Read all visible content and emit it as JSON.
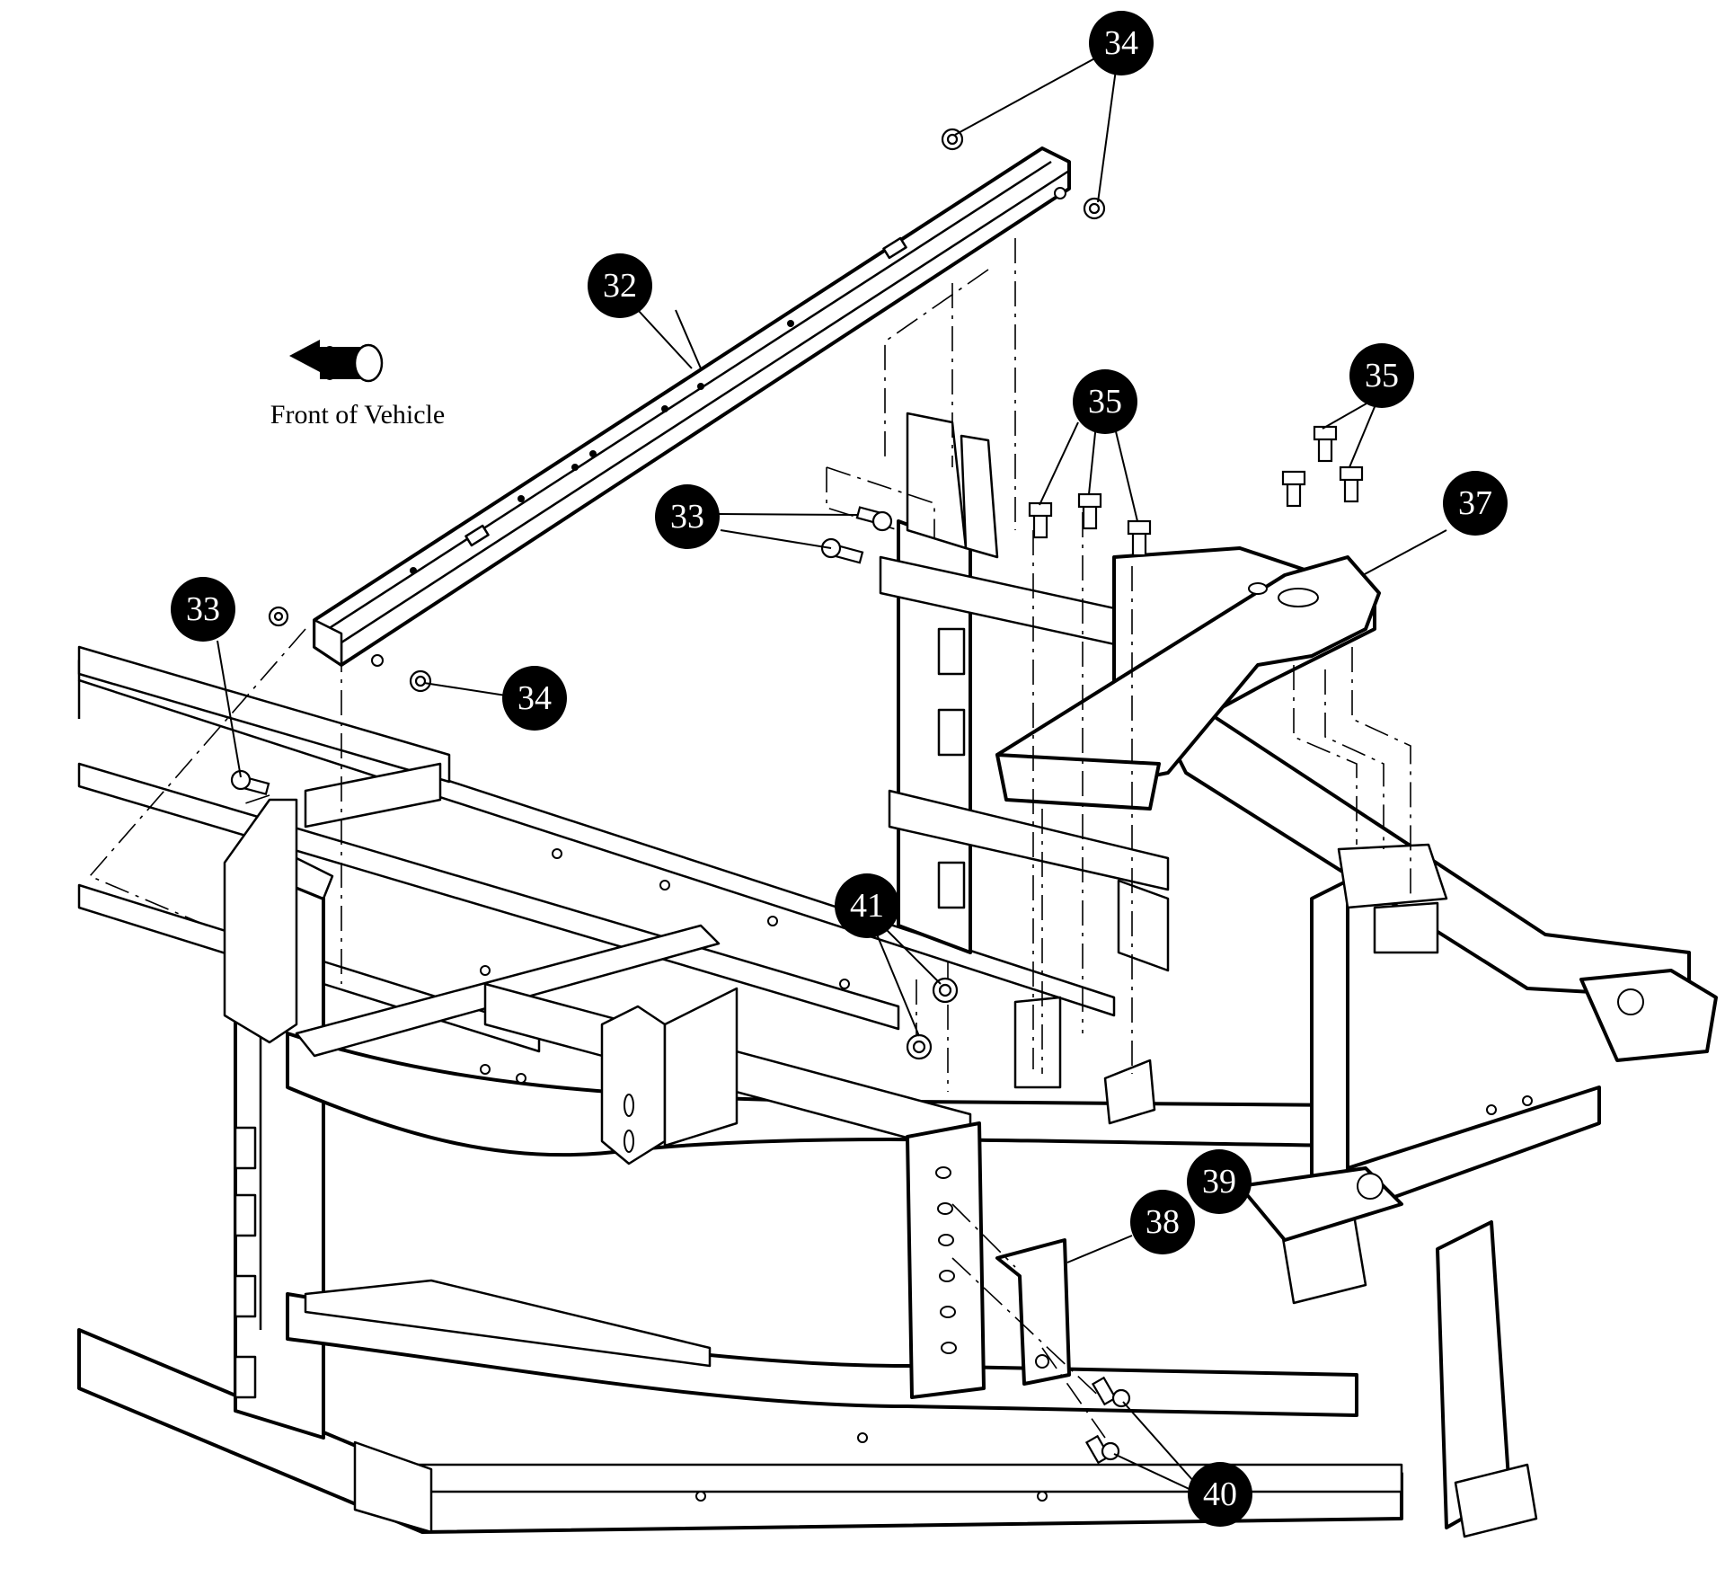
{
  "orientation": {
    "label": "Front of Vehicle",
    "icon": "front-direction-arrow-icon"
  },
  "callouts": [
    {
      "id": "c34a",
      "number": "34"
    },
    {
      "id": "c32",
      "number": "32"
    },
    {
      "id": "c35a",
      "number": "35"
    },
    {
      "id": "c35b",
      "number": "35"
    },
    {
      "id": "c37",
      "number": "37"
    },
    {
      "id": "c33a",
      "number": "33"
    },
    {
      "id": "c33b",
      "number": "33"
    },
    {
      "id": "c34b",
      "number": "34"
    },
    {
      "id": "c41",
      "number": "41"
    },
    {
      "id": "c39",
      "number": "39"
    },
    {
      "id": "c38",
      "number": "38"
    },
    {
      "id": "c40",
      "number": "40"
    }
  ],
  "colors": {
    "line": "#000000",
    "background": "#ffffff",
    "callout_fill": "#000000",
    "callout_text": "#ffffff"
  }
}
